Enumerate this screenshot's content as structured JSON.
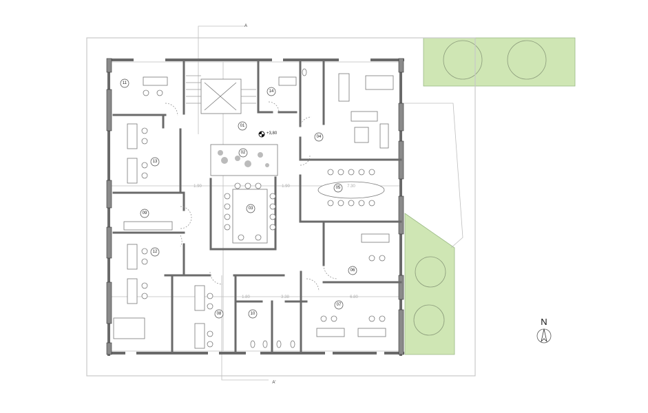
{
  "plan": {
    "section_marker_top": "A",
    "section_marker_bottom": "A'",
    "north_label": "N",
    "elevation": "+3,80",
    "rooms": [
      {
        "id": "11"
      },
      {
        "id": "14"
      },
      {
        "id": "01"
      },
      {
        "id": "04"
      },
      {
        "id": "02"
      },
      {
        "id": "13"
      },
      {
        "id": "05"
      },
      {
        "id": "03"
      },
      {
        "id": "09"
      },
      {
        "id": "12"
      },
      {
        "id": "06"
      },
      {
        "id": "08"
      },
      {
        "id": "10"
      },
      {
        "id": "07"
      }
    ],
    "dimensions": [
      "1.90",
      "1.90",
      "7.30",
      "6.80",
      "1.80",
      "3.38"
    ],
    "colors": {
      "wall": "#6a6a6a",
      "green_area": "#cfe6b4"
    }
  }
}
